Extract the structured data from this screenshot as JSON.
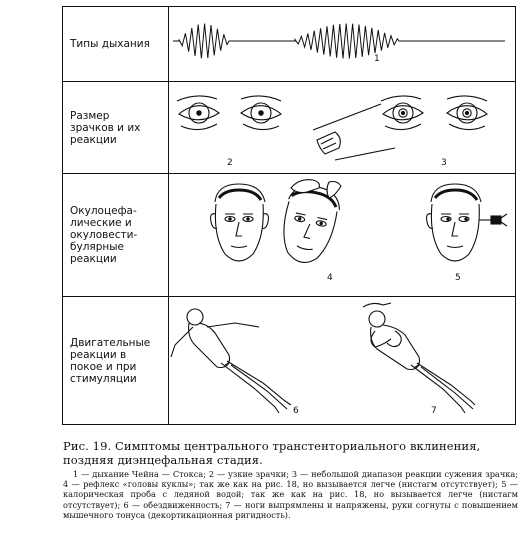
{
  "rows": [
    {
      "id": "breathing",
      "label": "Типы дыхания",
      "numbers": [
        "1"
      ]
    },
    {
      "id": "pupils",
      "label": "Размер\nзрачков и их\nреакции",
      "numbers": [
        "2",
        "3"
      ]
    },
    {
      "id": "oculo",
      "label": "Окулоцефа-\nлические и\nокуловести-\nбулярные\nреакции",
      "numbers": [
        "4",
        "5"
      ]
    },
    {
      "id": "motor",
      "label": "Двигательные\nреакции в\nпокое и при\nстимуляции",
      "numbers": [
        "6",
        "7"
      ]
    }
  ],
  "caption": {
    "title": "Рис. 19. Симптомы центрального транстенториального вклинения, поздняя диэнцефальная стадия.",
    "legend": "1 — дыхание Чейна — Стокса; 2 — узкие зрачки; 3 — небольшой диапазон реакции сужения зрачка; 4 — рефлекс «головы куклы»; так же как на рис. 18, но вызывается легче (нистагм отсутствует); 5 — калорическая проба с ледяной водой; так же как на рис. 18, но вызывается легче (нистагм отсутствует); 6 — обездвиженность; 7 — ноги выпрямлены и напряжены, руки согнуты с повышением мышечного тонуса (декортикационная ригидность)."
  }
}
